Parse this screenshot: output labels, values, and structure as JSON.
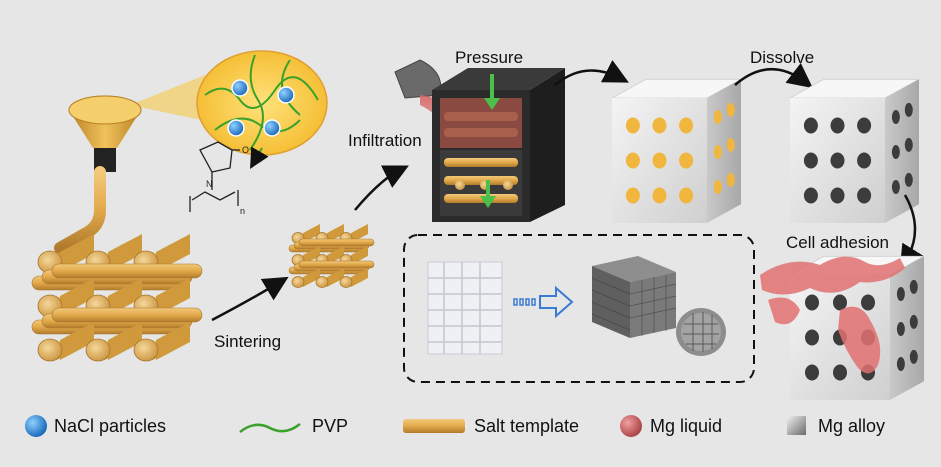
{
  "steps": {
    "infiltration": "Infiltration",
    "pressure": "Pressure",
    "dissolve": "Dissolve",
    "cell_adhesion": "Cell adhesion",
    "sintering": "Sintering"
  },
  "chemistry": {
    "oxygen": "O",
    "nitrogen": "N",
    "subscript_n": "n"
  },
  "legend": [
    {
      "label": "NaCl particles",
      "icon": "blue-sphere-icon",
      "color": "#1e88d8"
    },
    {
      "label": "PVP",
      "icon": "green-wave-icon",
      "color": "#3aa12a"
    },
    {
      "label": "Salt template",
      "icon": "gold-bar-icon",
      "color": "#e2a94a"
    },
    {
      "label": "Mg liquid",
      "icon": "red-sphere-icon",
      "color": "#c55a5a"
    },
    {
      "label": "Mg alloy",
      "icon": "grey-cube-icon",
      "color": "#8a8a8a"
    }
  ],
  "colors": {
    "salt": "#e2a94a",
    "nacl": "#1e88d8",
    "pvp": "#3aa12a",
    "mg_liquid": "#c55a5a",
    "mg_alloy": "#9a9a9a",
    "cell": "#e07070"
  }
}
